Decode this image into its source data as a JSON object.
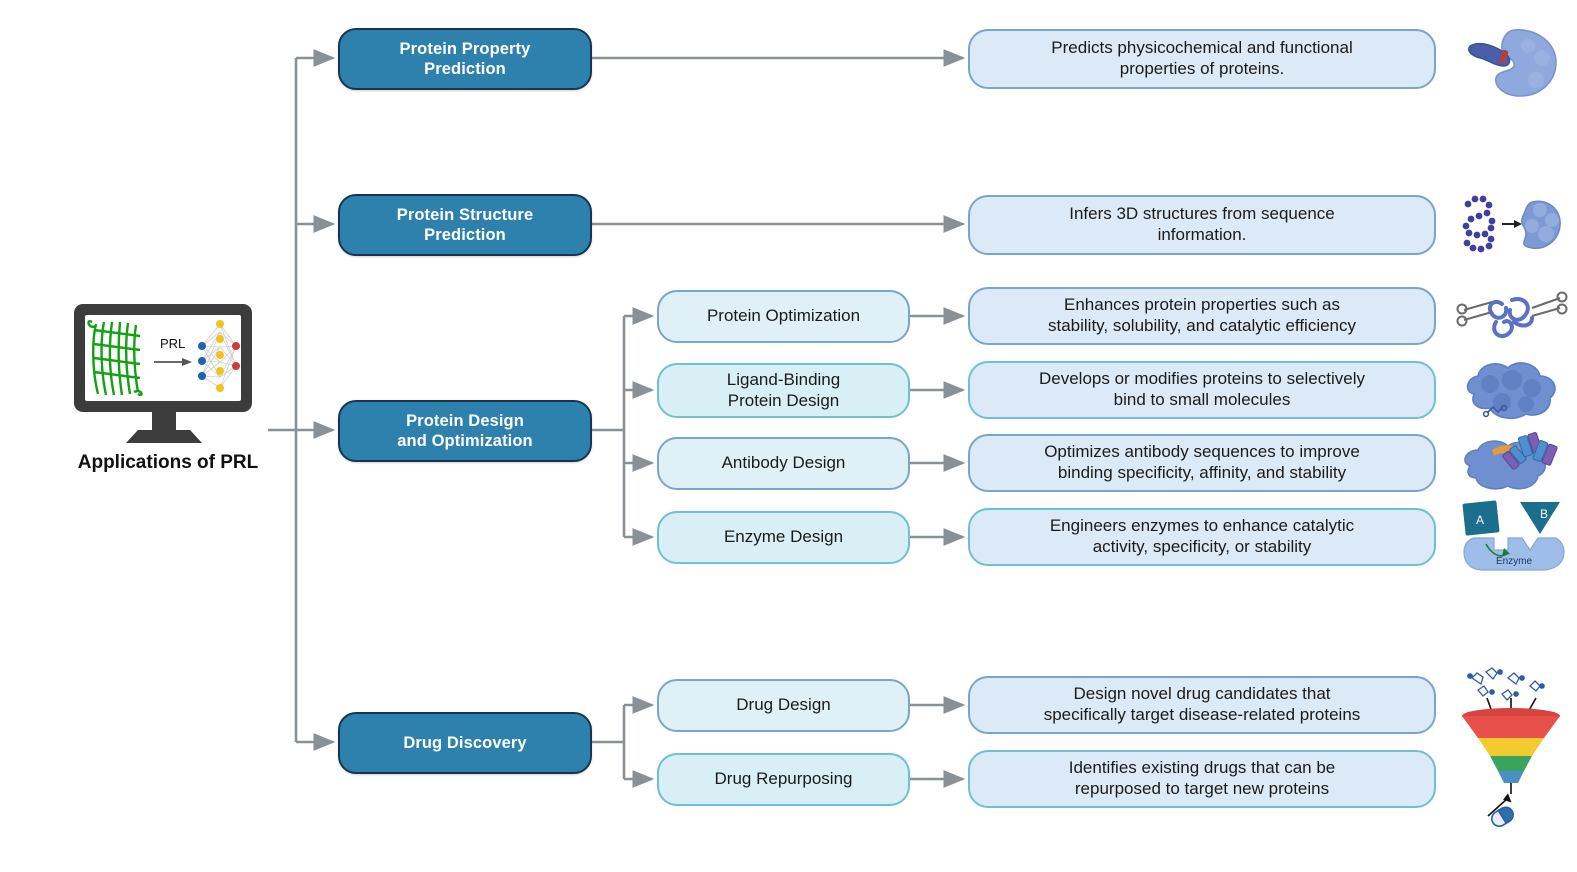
{
  "diagram": {
    "root": {
      "label": "Applications of PRL",
      "monitor_icon": {
        "name": "protein-to-network-monitor",
        "arrow_label": "PRL"
      }
    },
    "colors": {
      "category_fill": "#2E81AC",
      "category_border": "#16374e",
      "category_text": "#ffffff",
      "description_fill": "#DCE9F7",
      "description_border": "#7aa4cc",
      "sub_fill_cyan": "#D8EFF5",
      "sub_border_cyan": "#6fc0d4",
      "connector": "#8a9196",
      "funnel_red": "#e8504c",
      "funnel_yellow": "#f2cb30",
      "funnel_green": "#3ba35e",
      "funnel_blue": "#4b8fc4",
      "protein_blue": "#7f9fd4",
      "protein_dark": "#3f3f9e",
      "enzyme_teal": "#1b6f8c"
    },
    "branches": [
      {
        "id": "protein-property-prediction",
        "category": "Protein Property\nPrediction",
        "category_line1": "Protein Property",
        "category_line2": "Prediction",
        "subs": [],
        "descriptions": [
          {
            "line1": "Predicts physicochemical and functional",
            "line2": "properties of proteins.",
            "icon": "protein-blob-icon"
          }
        ]
      },
      {
        "id": "protein-structure-prediction",
        "category_line1": "Protein Structure",
        "category_line2": "Prediction",
        "subs": [],
        "descriptions": [
          {
            "line1": "Infers 3D structures from sequence",
            "line2": "information.",
            "icon": "sequence-to-structure-icon"
          }
        ]
      },
      {
        "id": "protein-design-and-optimization",
        "category_line1": "Protein Design",
        "category_line2": "and Optimization",
        "subs": [
          {
            "label_line1": "Protein Optimization",
            "label_line2": ""
          },
          {
            "label_line1": "Ligand-Binding",
            "label_line2": "Protein Design"
          },
          {
            "label_line1": "Antibody Design",
            "label_line2": ""
          },
          {
            "label_line1": "Enzyme  Design",
            "label_line2": ""
          }
        ],
        "descriptions": [
          {
            "line1": "Enhances protein properties such as",
            "line2": "stability, solubility, and catalytic efficiency",
            "icon": "scissors-protein-icon"
          },
          {
            "line1": "Develops or modifies proteins to selectively",
            "line2": "bind to small molecules",
            "icon": "ligand-binding-icon"
          },
          {
            "line1": "Optimizes antibody sequences to improve",
            "line2": "binding specificity, affinity, and stability",
            "icon": "antibody-icon"
          },
          {
            "line1": "Engineers enzymes to enhance catalytic",
            "line2": "activity, specificity, or stability",
            "icon": "enzyme-icon",
            "icon_labels": {
              "a": "A",
              "b": "B",
              "enzyme": "Enzyme"
            }
          }
        ]
      },
      {
        "id": "drug-discovery",
        "category_line1": "Drug Discovery",
        "category_line2": "",
        "subs": [
          {
            "label_line1": "Drug Design",
            "label_line2": ""
          },
          {
            "label_line1": "Drug Repurposing",
            "label_line2": ""
          }
        ],
        "descriptions": [
          {
            "line1": "Design novel drug candidates that",
            "line2": "specifically target disease-related proteins",
            "icon": "drug-funnel-icon"
          },
          {
            "line1": "Identifies existing drugs that can be",
            "line2": "repurposed to target new proteins",
            "icon": "pill-icon"
          }
        ]
      }
    ]
  }
}
